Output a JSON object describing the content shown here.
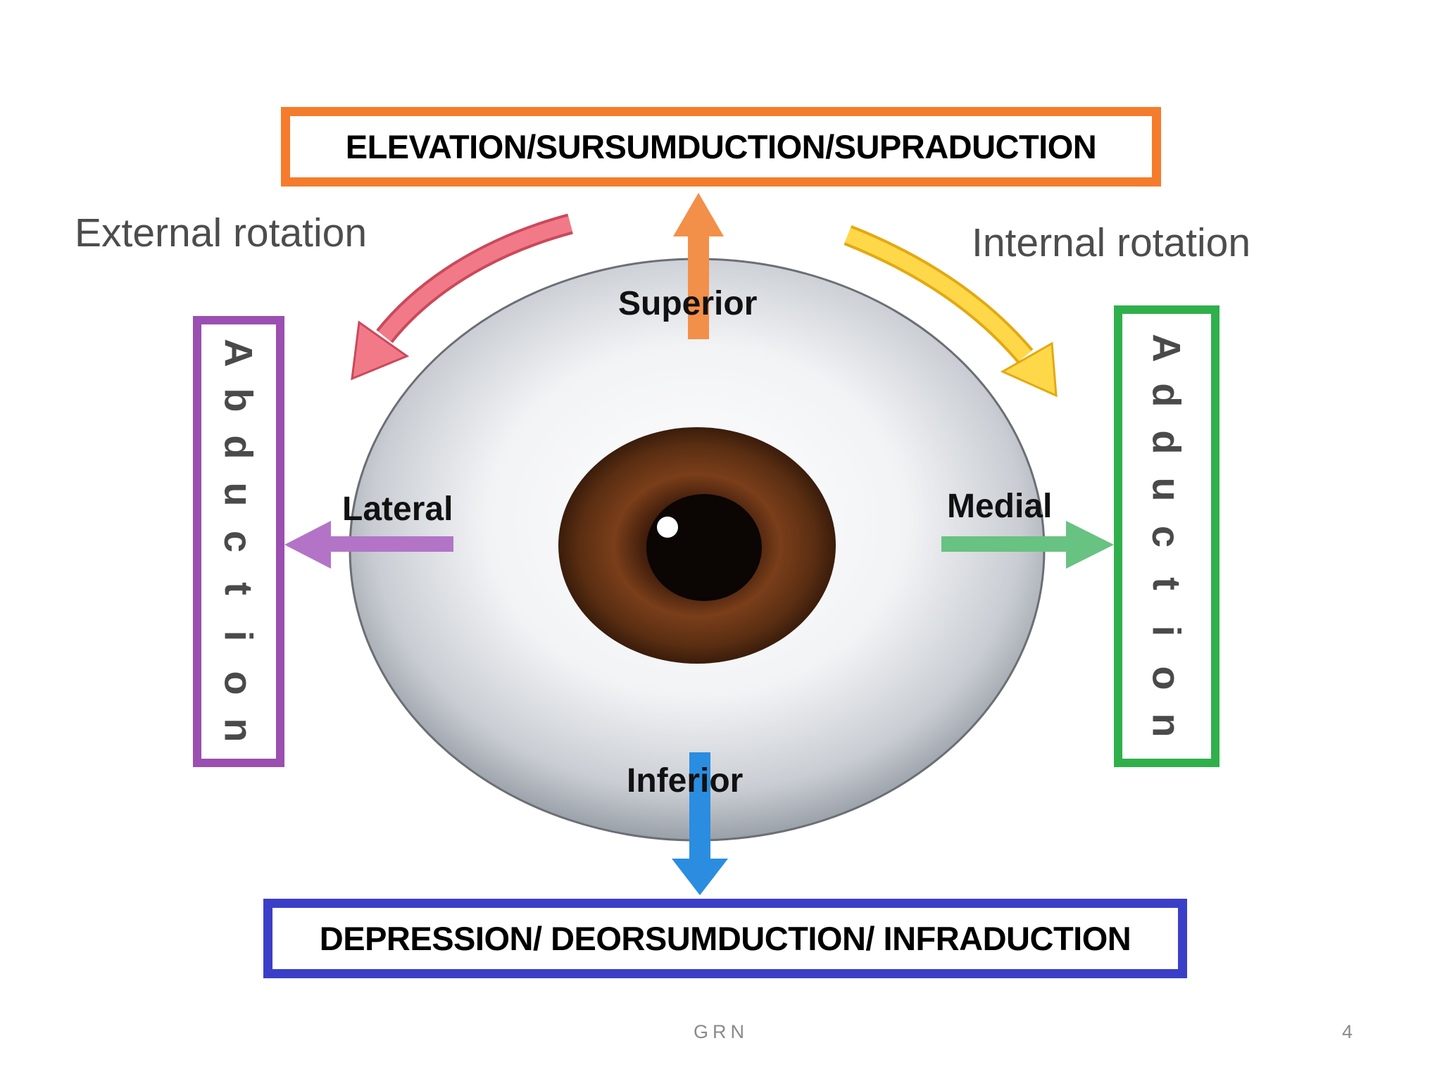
{
  "boxes": {
    "top": "ELEVATION/SURSUMDUCTION/SUPRADUCTION",
    "bottom": "DEPRESSION/ DEORSUMDUCTION/ INFRADUCTION",
    "left_letters": [
      "A",
      "b",
      "d",
      "u",
      "c",
      "t",
      "i",
      "o",
      "n"
    ],
    "right_letters": [
      "A",
      "d",
      "d",
      "u",
      "c",
      "t",
      "i",
      "o",
      "n"
    ]
  },
  "rotation_labels": {
    "left": "External rotation",
    "right": "Internal rotation"
  },
  "direction_labels": {
    "superior": "Superior",
    "lateral": "Lateral",
    "medial": "Medial",
    "inferior": "Inferior"
  },
  "footer": {
    "center": "GRN",
    "page": "4"
  },
  "colors": {
    "elevation": "#f47c2c",
    "depression": "#3b3fc8",
    "abduction": "#9b4fb0",
    "adduction": "#2fb04b",
    "external_rotation": "#ee5c6c",
    "internal_rotation": "#f5c21a",
    "iris": "#5a2e12"
  }
}
